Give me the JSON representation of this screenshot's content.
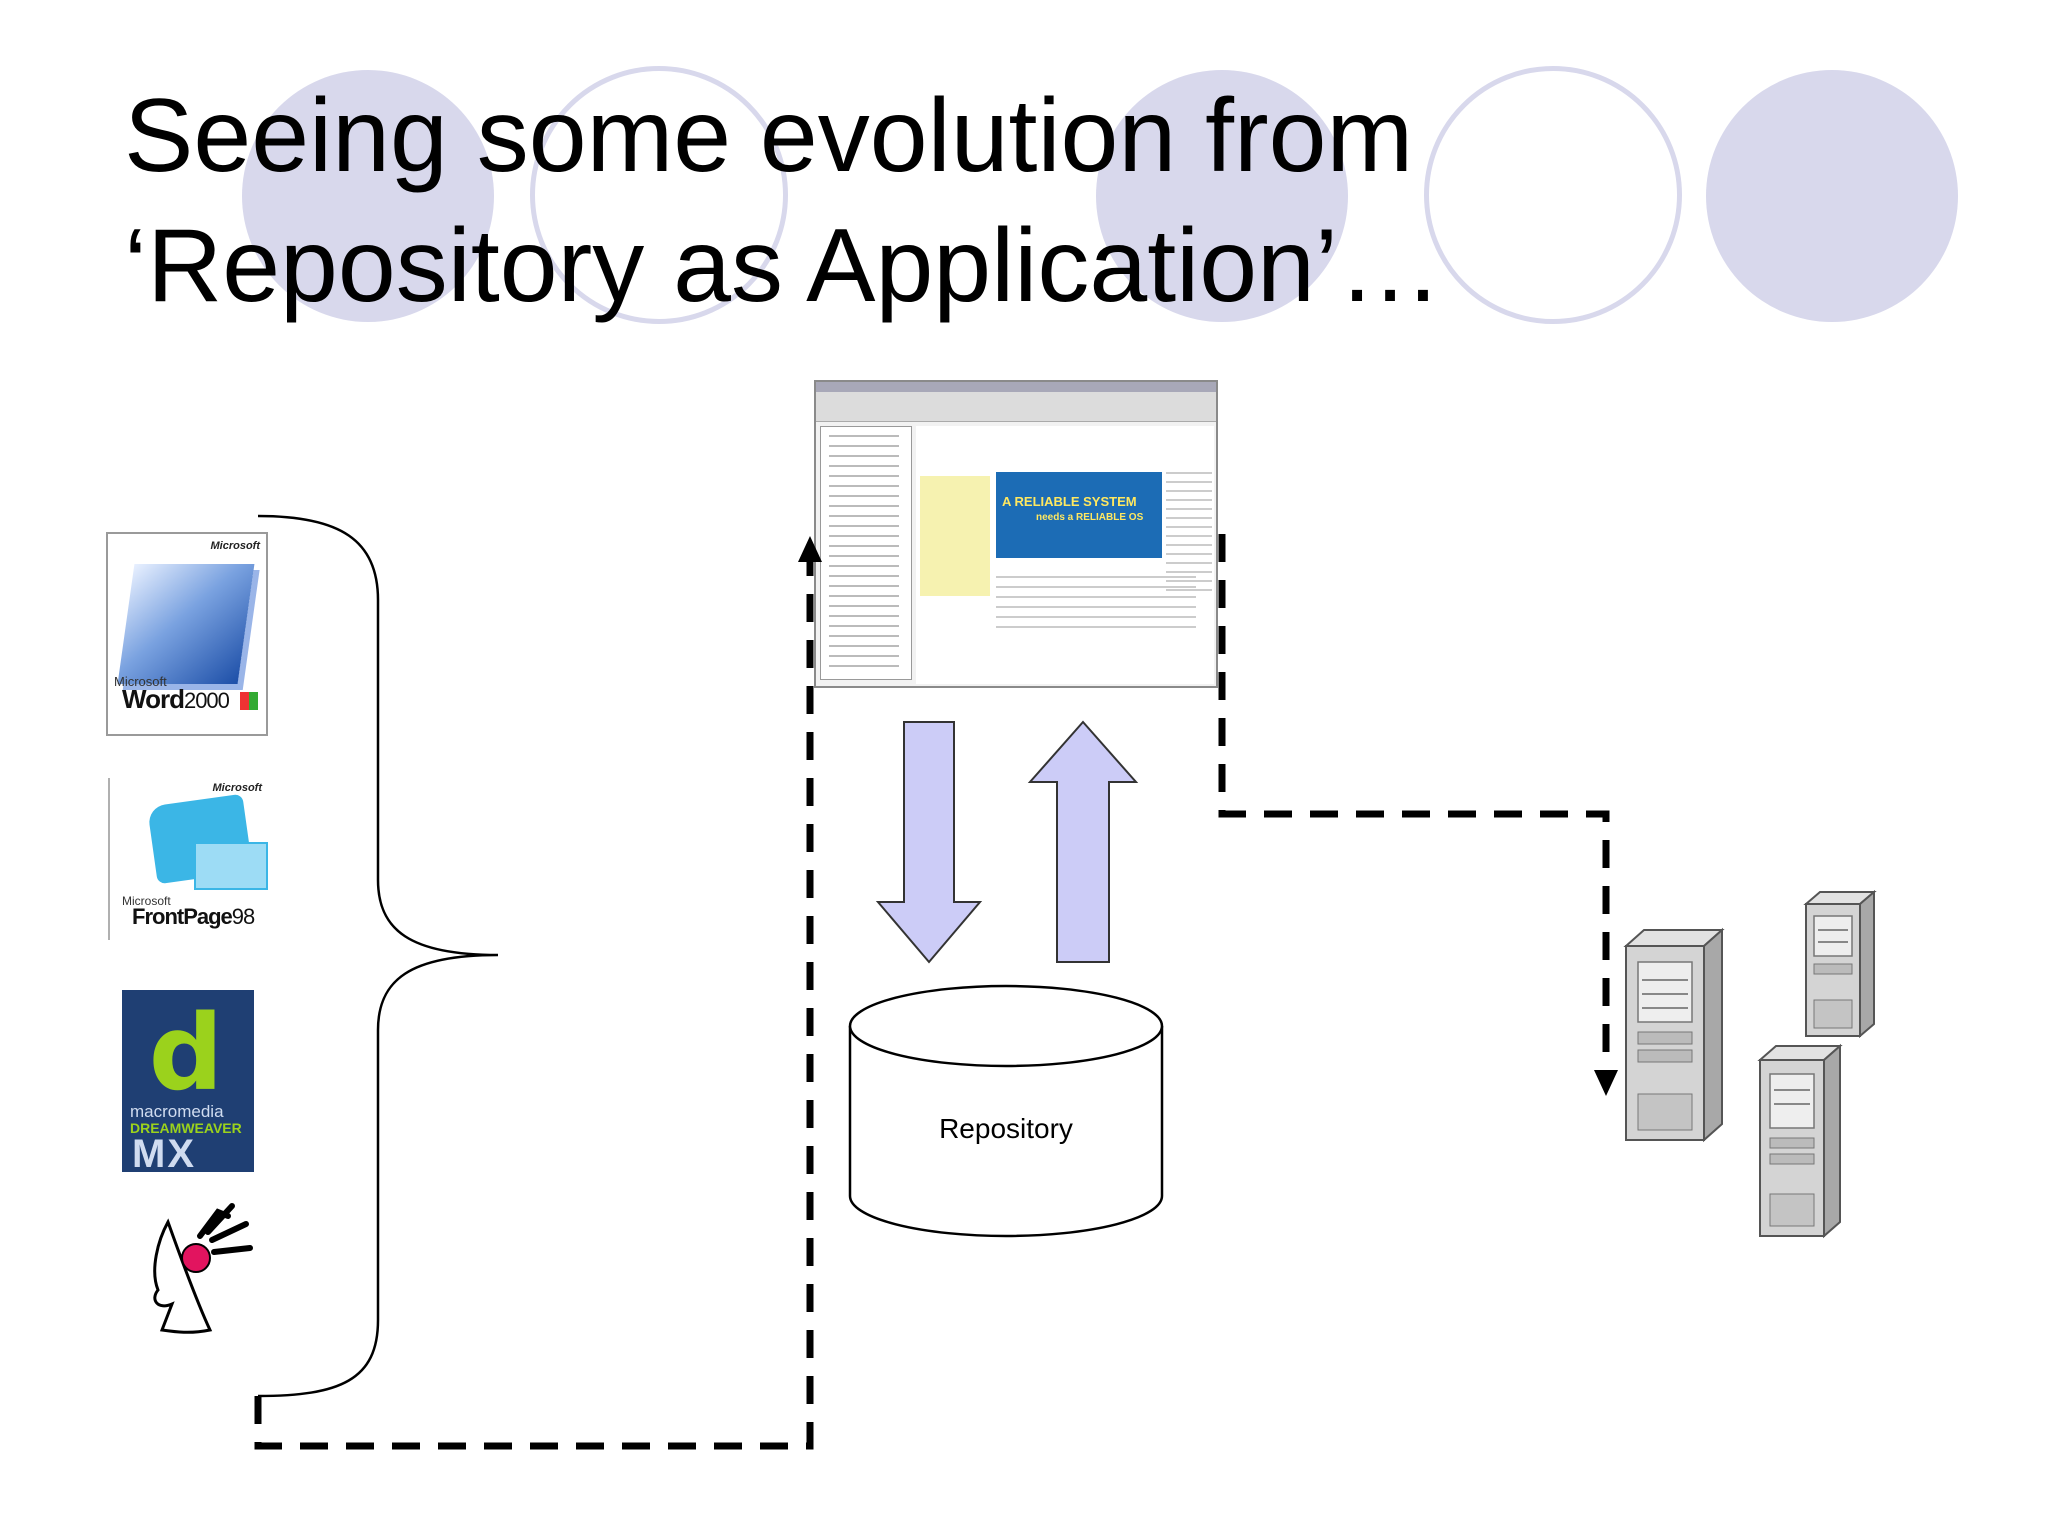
{
  "slide": {
    "title_line1": "Seeing some evolution from",
    "title_line2": "‘Repository as Application’…"
  },
  "diagram": {
    "repository_label": "Repository",
    "word_box": {
      "brand": "Microsoft",
      "product_prefix": "Microsoft",
      "product": "Word",
      "version": "2000"
    },
    "frontpage_box": {
      "brand": "Microsoft",
      "product_prefix": "Microsoft",
      "product": "FrontPage",
      "version": "98"
    },
    "dreamweaver_box": {
      "line1": "macromedia",
      "line2": "DREAMWEAVER",
      "line3": "MX"
    },
    "browser_banner": "A RELIABLE SYSTEM",
    "browser_banner_sub": "needs a RELIABLE OS"
  },
  "colors": {
    "deco_circle": "#d8d8ec",
    "arrow_fill": "#ccccf7",
    "dreamweaver_bg": "#1f3f73",
    "dreamweaver_accent": "#9bd21c",
    "browser_banner_bg": "#1c6cb5"
  }
}
